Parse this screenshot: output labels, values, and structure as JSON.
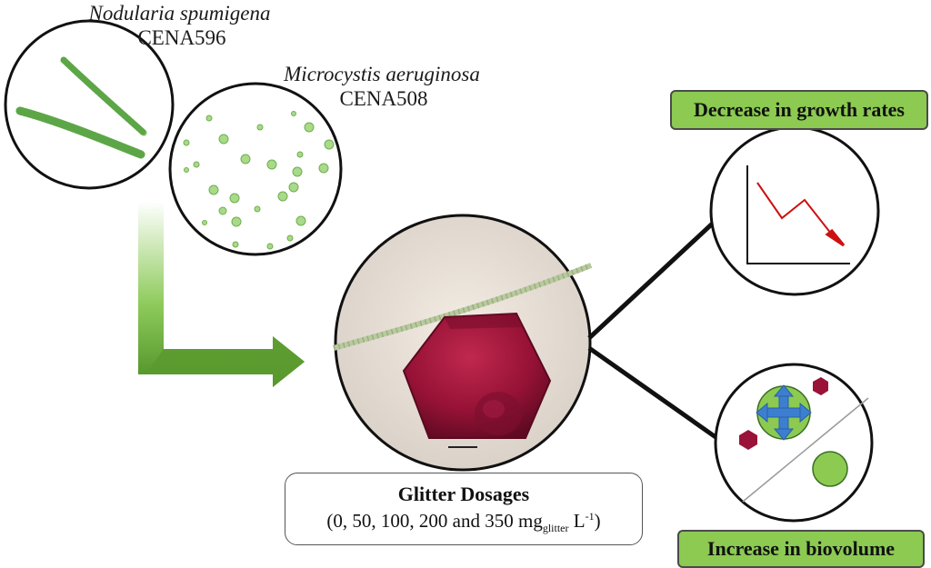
{
  "species": [
    {
      "name": "Nodularia spumigena",
      "strain": "CENA596"
    },
    {
      "name": "Microcystis aeruginosa",
      "strain": "CENA508"
    }
  ],
  "effects": {
    "growth": "Decrease in growth rates",
    "biovolume": "Increase in biovolume"
  },
  "dosages": {
    "title": "Glitter Dosages",
    "values_prefix": "(0, 50, 100, 200 and 350 mg",
    "subscript": "glitter",
    "unit_base": " L",
    "superscript": "-1",
    "suffix": ")"
  },
  "colors": {
    "label_green": "#8cca52",
    "glitter_red": "#9b1238",
    "cyano_green": "#7cc164",
    "arrow_red": "#cc1111",
    "arrow_blue": "#3c7fd0"
  }
}
